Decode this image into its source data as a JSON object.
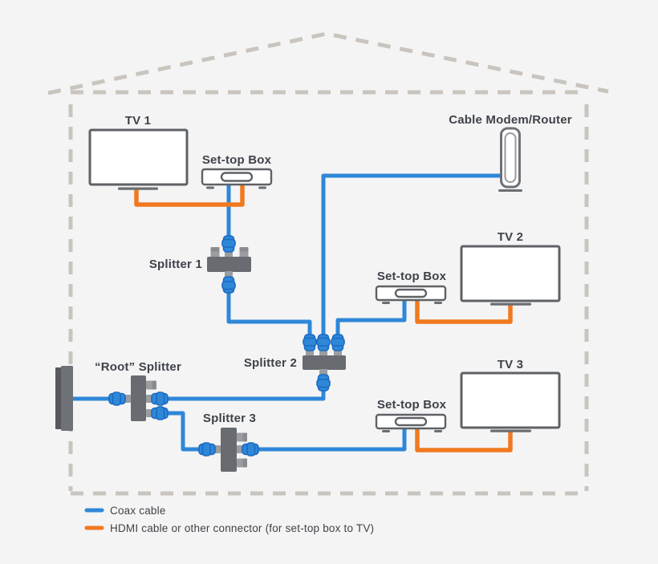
{
  "diagram": {
    "devices": {
      "tv1": {
        "label": "TV 1"
      },
      "tv2": {
        "label": "TV 2"
      },
      "tv3": {
        "label": "TV 3"
      },
      "settop1": {
        "label": "Set-top Box"
      },
      "settop2": {
        "label": "Set-top Box"
      },
      "settop3": {
        "label": "Set-top Box"
      },
      "modem": {
        "label": "Cable Modem/Router"
      },
      "splitter1": {
        "label": "Splitter 1"
      },
      "splitter2": {
        "label": "Splitter 2"
      },
      "splitter3": {
        "label": "Splitter 3"
      },
      "root_splitter": {
        "label": "“Root” Splitter"
      }
    },
    "legend": {
      "coax": {
        "label": "Coax cable",
        "color": "#2F87D8"
      },
      "hdmi": {
        "label": "HDMI cable or other connector (for set-top box to TV)",
        "color": "#F0791F"
      }
    },
    "colors": {
      "background": "#F4F4F4",
      "house_outline": "#C9C4BE",
      "coax_blue": "#2F87D8",
      "hdmi_orange": "#F0791F",
      "splitter_gray": "#686C71",
      "connector_stub_gray": "#9B9DA0",
      "device_outline_gray": "#5E6165",
      "text": "#3E4349"
    }
  }
}
